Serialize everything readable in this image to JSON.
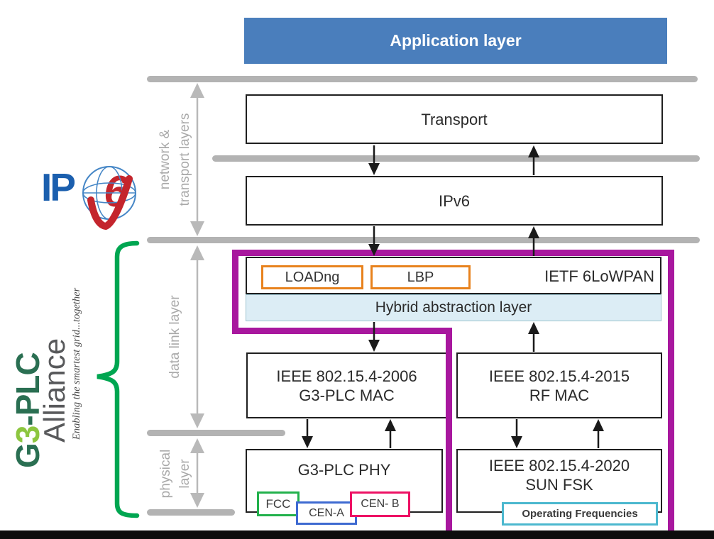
{
  "diagram": {
    "application_layer": "Application layer",
    "transport": "Transport",
    "ipv6": "IPv6",
    "loadng": "LOADng",
    "lbp": "LBP",
    "ietf_6lowpan": "IETF 6LoWPAN",
    "hybrid_abstraction": "Hybrid abstraction layer",
    "g3_mac_line1": "IEEE 802.15.4-2006",
    "g3_mac_line2": "G3-PLC MAC",
    "rf_mac_line1": "IEEE 802.15.4-2015",
    "rf_mac_line2": "RF MAC",
    "g3_phy": "G3-PLC PHY",
    "sun_fsk_line1": "IEEE 802.15.4-2020",
    "sun_fsk_line2": "SUN FSK",
    "fcc": "FCC",
    "cen_a": "CEN-A",
    "cen_b": "CEN- B",
    "operating_frequencies": "Operating Frequencies"
  },
  "side_labels": {
    "network_line1": "network &",
    "network_line2": "transport layers",
    "data_link": "data link layer",
    "physical_line1": "physical",
    "physical_line2": "layer"
  },
  "logos": {
    "ipv6_ip": "IP",
    "ipv6_6": "6",
    "g3_g": "G",
    "g3_3": "3",
    "g3_plc": "-PLC",
    "alliance": "Alliance",
    "tagline": "Enabling the smartest grid...together"
  },
  "colors": {
    "application_fill": "#4a7ebc",
    "separator_gray": "#b3b3b3",
    "highlight_magenta": "#a8179e",
    "routing_orange": "#e8821d",
    "hybrid_fill": "#dcedf5",
    "fcc_green": "#22b14c",
    "cen_a_blue": "#3e6ad1",
    "cen_b_pink": "#ed1164",
    "op_freq_teal": "#4cb8cf",
    "brace_green": "#00a651",
    "ipv6_blue": "#1b5fae",
    "ipv6_red": "#c4252d",
    "g3_dark_green": "#2a6f52",
    "g3_light_green": "#8dc63f"
  }
}
